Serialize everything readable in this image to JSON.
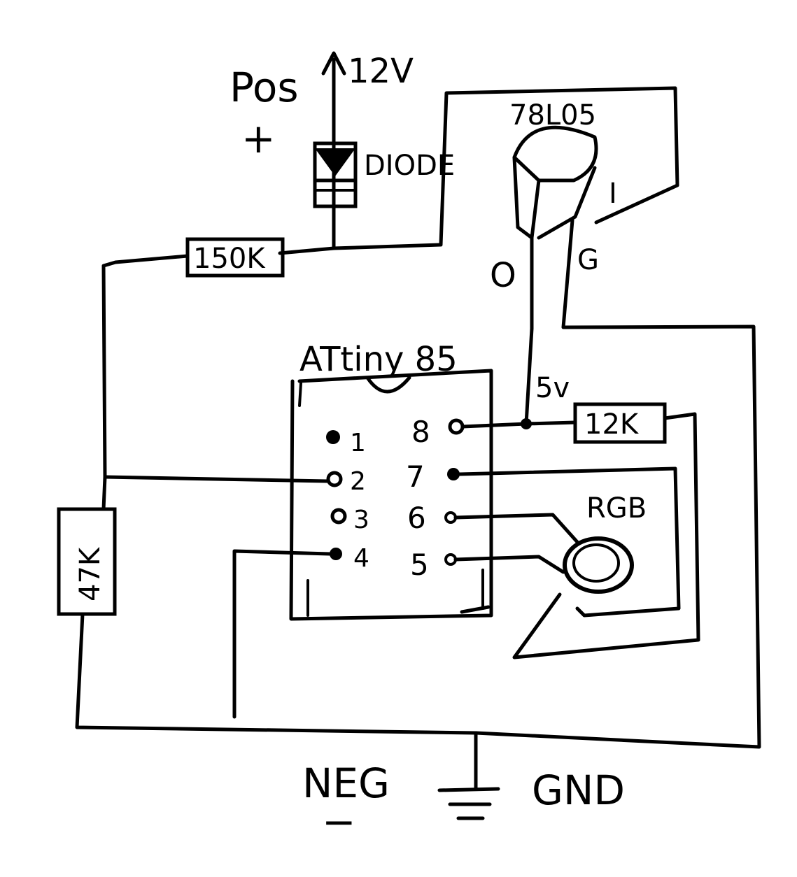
{
  "labels": {
    "pos": "Pos",
    "plus": "+",
    "supply": "12V",
    "diode": "DIODE",
    "regulator": "78L05",
    "reg_in": "I",
    "reg_out": "O",
    "reg_gnd": "G",
    "r_top": "150K",
    "r_left": "47K",
    "r_right": "12K",
    "mcu": "ATtiny 85",
    "five_v": "5v",
    "led": "RGB",
    "neg": "NEG",
    "minus": "−",
    "gnd": "GND"
  },
  "pins": {
    "p1": "1",
    "p2": "2",
    "p3": "3",
    "p4": "4",
    "p5": "5",
    "p6": "6",
    "p7": "7",
    "p8": "8"
  }
}
